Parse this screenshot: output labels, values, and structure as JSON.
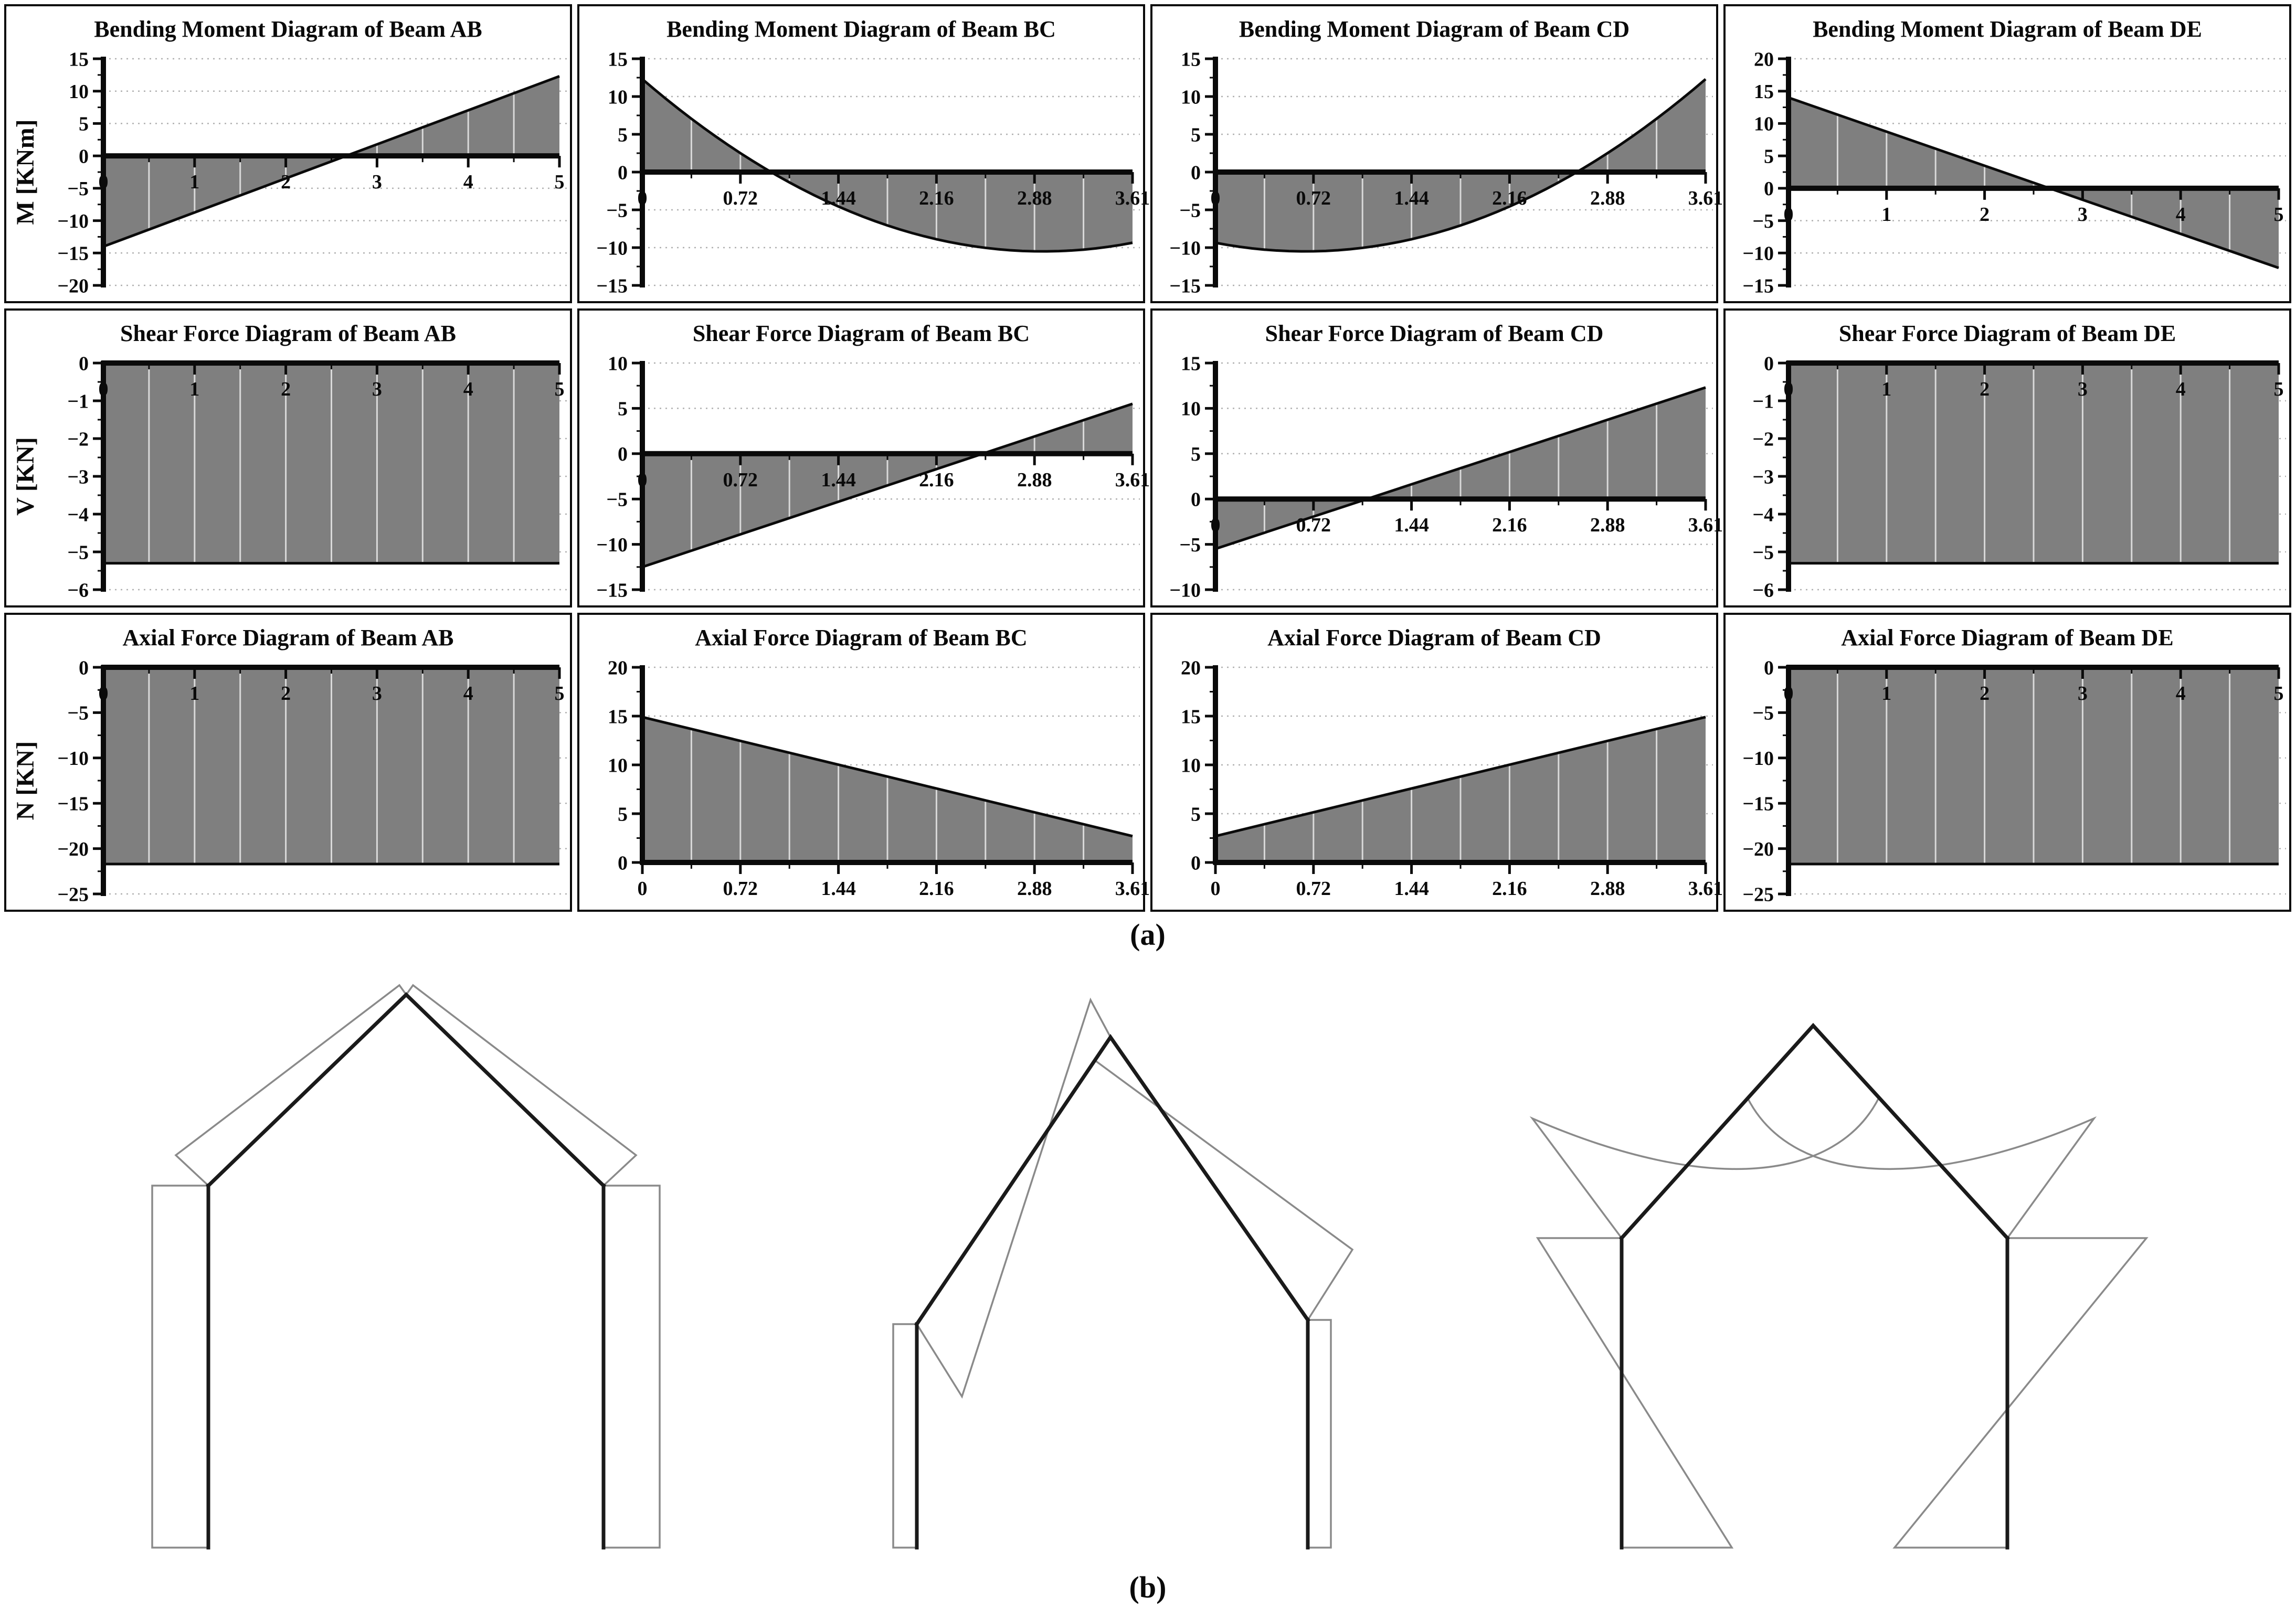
{
  "figure": {
    "panel_label_a": "(a)",
    "panel_label_b": "(b)"
  },
  "colors": {
    "fill_gray": "#7f7f7f",
    "line_black": "#0a0a0a",
    "grid_dotted": "#b0b0b0",
    "stripe": "#d9d9d9",
    "frame_dark": "#1a1a1a",
    "frame_gray": "#8a8a8a"
  },
  "chart_data": [
    {
      "type": "area",
      "title": "Bending Moment Diagram of Beam AB",
      "ylabel": "M [KNm]",
      "ylim": [
        -20,
        15
      ],
      "yticks": [
        15,
        10,
        5,
        0,
        -5,
        -10,
        -15,
        -20
      ],
      "ytick_labels": [
        "15",
        "10",
        "5",
        "0",
        "−5",
        "−10",
        "−15",
        "−20"
      ],
      "xmax": 5,
      "xlabels": [
        "0",
        "1",
        "2",
        "3",
        "4",
        "5"
      ],
      "xlabel_outside": false,
      "series": {
        "type": "linear",
        "points": [
          [
            0,
            -14
          ],
          [
            5,
            12.3
          ]
        ]
      }
    },
    {
      "type": "area",
      "title": "Bending Moment Diagram of Beam BC",
      "ylabel": null,
      "ylim": [
        -15,
        15
      ],
      "yticks": [
        15,
        10,
        5,
        0,
        -5,
        -10,
        -15
      ],
      "ytick_labels": [
        "15",
        "10",
        "5",
        "0",
        "−5",
        "−10",
        "−15"
      ],
      "xmax": 3.61,
      "xlabels": [
        "0",
        "0.72",
        "1.44",
        "2.16",
        "2.88",
        "3.61"
      ],
      "xlabel_outside": false,
      "series": {
        "type": "parabola",
        "a": 2.62,
        "h": 2.95,
        "k": -10.5,
        "range": [
          0,
          3.61
        ]
      }
    },
    {
      "type": "area",
      "title": "Bending Moment Diagram of Beam CD",
      "ylabel": null,
      "ylim": [
        -15,
        15
      ],
      "yticks": [
        15,
        10,
        5,
        0,
        -5,
        -10,
        -15
      ],
      "ytick_labels": [
        "15",
        "10",
        "5",
        "0",
        "−5",
        "−10",
        "−15"
      ],
      "xmax": 3.61,
      "xlabels": [
        "0",
        "0.72",
        "1.44",
        "2.16",
        "2.88",
        "3.61"
      ],
      "xlabel_outside": false,
      "series": {
        "type": "parabola",
        "a": 2.62,
        "h": 0.66,
        "k": -10.5,
        "range": [
          0,
          3.61
        ]
      }
    },
    {
      "type": "area",
      "title": "Bending Moment Diagram of Beam DE",
      "ylabel": null,
      "ylim": [
        -15,
        20
      ],
      "yticks": [
        20,
        15,
        10,
        5,
        0,
        -5,
        -10,
        -15
      ],
      "ytick_labels": [
        "20",
        "15",
        "10",
        "5",
        "0",
        "−5",
        "−10",
        "−15"
      ],
      "xmax": 5,
      "xlabels": [
        "0",
        "1",
        "2",
        "3",
        "4",
        "5"
      ],
      "xlabel_outside": false,
      "series": {
        "type": "linear",
        "points": [
          [
            0,
            14
          ],
          [
            5,
            -12.3
          ]
        ]
      }
    },
    {
      "type": "area",
      "title": "Shear Force Diagram of Beam AB",
      "ylabel": "V [KN]",
      "ylim": [
        -6,
        0
      ],
      "yticks": [
        0,
        -1,
        -2,
        -3,
        -4,
        -5,
        -6
      ],
      "ytick_labels": [
        "0",
        "−1",
        "−2",
        "−3",
        "−4",
        "−5",
        "−6"
      ],
      "xmax": 5,
      "xlabels": [
        "0",
        "1",
        "2",
        "3",
        "4",
        "5"
      ],
      "xlabel_outside": false,
      "series": {
        "type": "constant",
        "value": -5.3,
        "range": [
          0,
          5
        ]
      }
    },
    {
      "type": "area",
      "title": "Shear Force Diagram of Beam BC",
      "ylabel": null,
      "ylim": [
        -15,
        10
      ],
      "yticks": [
        10,
        5,
        0,
        -5,
        -10,
        -15
      ],
      "ytick_labels": [
        "10",
        "5",
        "0",
        "−5",
        "−10",
        "−15"
      ],
      "xmax": 3.61,
      "xlabels": [
        "0",
        "0.72",
        "1.44",
        "2.16",
        "2.88",
        "3.61"
      ],
      "xlabel_outside": false,
      "series": {
        "type": "linear",
        "points": [
          [
            0,
            -12.5
          ],
          [
            3.61,
            5.5
          ]
        ]
      }
    },
    {
      "type": "area",
      "title": "Shear Force Diagram of Beam CD",
      "ylabel": null,
      "ylim": [
        -10,
        15
      ],
      "yticks": [
        15,
        10,
        5,
        0,
        -5,
        -10
      ],
      "ytick_labels": [
        "15",
        "10",
        "5",
        "0",
        "−5",
        "−10"
      ],
      "xmax": 3.61,
      "xlabels": [
        "0",
        "0.72",
        "1.44",
        "2.16",
        "2.88",
        "3.61"
      ],
      "xlabel_outside": false,
      "series": {
        "type": "linear",
        "points": [
          [
            0,
            -5.5
          ],
          [
            3.61,
            12.3
          ]
        ]
      }
    },
    {
      "type": "area",
      "title": "Shear Force Diagram of Beam DE",
      "ylabel": null,
      "ylim": [
        -6,
        0
      ],
      "yticks": [
        0,
        -1,
        -2,
        -3,
        -4,
        -5,
        -6
      ],
      "ytick_labels": [
        "0",
        "−1",
        "−2",
        "−3",
        "−4",
        "−5",
        "−6"
      ],
      "xmax": 5,
      "xlabels": [
        "0",
        "1",
        "2",
        "3",
        "4",
        "5"
      ],
      "xlabel_outside": false,
      "series": {
        "type": "constant",
        "value": -5.3,
        "range": [
          0,
          5
        ]
      }
    },
    {
      "type": "area",
      "title": "Axial Force Diagram of Beam AB",
      "ylabel": "N [KN]",
      "ylim": [
        -25,
        0
      ],
      "yticks": [
        0,
        -5,
        -10,
        -15,
        -20,
        -25
      ],
      "ytick_labels": [
        "0",
        "−5",
        "−10",
        "−15",
        "−20",
        "−25"
      ],
      "xmax": 5,
      "xlabels": [
        "0",
        "1",
        "2",
        "3",
        "4",
        "5"
      ],
      "xlabel_outside": false,
      "series": {
        "type": "constant",
        "value": -21.7,
        "range": [
          0,
          5
        ]
      }
    },
    {
      "type": "area",
      "title": "Axial Force Diagram of Beam BC",
      "ylabel": null,
      "ylim": [
        0,
        20
      ],
      "yticks": [
        20,
        15,
        10,
        5,
        0
      ],
      "ytick_labels": [
        "20",
        "15",
        "10",
        "5",
        "0"
      ],
      "xmax": 3.61,
      "xlabels": [
        "0",
        "0.72",
        "1.44",
        "2.16",
        "2.88",
        "3.61"
      ],
      "xlabel_outside": true,
      "series": {
        "type": "linear",
        "points": [
          [
            0,
            14.9
          ],
          [
            3.61,
            2.7
          ]
        ]
      }
    },
    {
      "type": "area",
      "title": "Axial Force Diagram of Beam CD",
      "ylabel": null,
      "ylim": [
        0,
        20
      ],
      "yticks": [
        20,
        15,
        10,
        5,
        0
      ],
      "ytick_labels": [
        "20",
        "15",
        "10",
        "5",
        "0"
      ],
      "xmax": 3.61,
      "xlabels": [
        "0",
        "0.72",
        "1.44",
        "2.16",
        "2.88",
        "3.61"
      ],
      "xlabel_outside": true,
      "series": {
        "type": "linear",
        "points": [
          [
            0,
            2.7
          ],
          [
            3.61,
            14.9
          ]
        ]
      }
    },
    {
      "type": "area",
      "title": "Axial Force Diagram of Beam DE",
      "ylabel": null,
      "ylim": [
        -25,
        0
      ],
      "yticks": [
        0,
        -5,
        -10,
        -15,
        -20,
        -25
      ],
      "ytick_labels": [
        "0",
        "−5",
        "−10",
        "−15",
        "−20",
        "−25"
      ],
      "xmax": 5,
      "xlabels": [
        "0",
        "1",
        "2",
        "3",
        "4",
        "5"
      ],
      "xlabel_outside": false,
      "series": {
        "type": "constant",
        "value": -21.7,
        "range": [
          0,
          5
        ]
      }
    }
  ],
  "frames": [
    {
      "name": "axial-force-frame-diagram"
    },
    {
      "name": "shear-force-frame-diagram"
    },
    {
      "name": "bending-moment-frame-diagram"
    }
  ]
}
